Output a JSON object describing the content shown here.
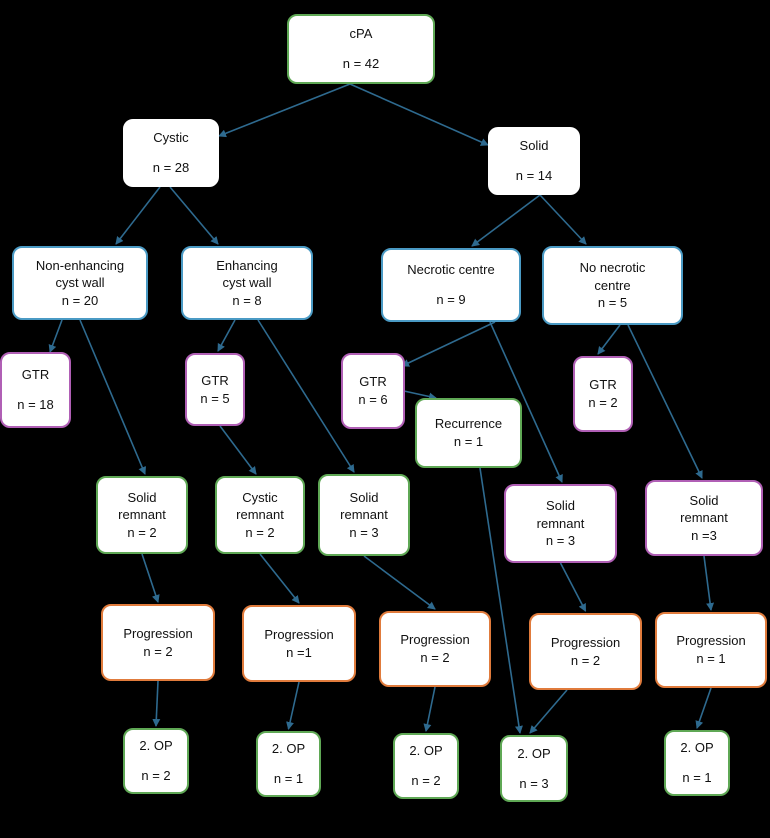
{
  "diagram": {
    "colors": {
      "background": "#000000",
      "edge": "#2e6a8f",
      "green": "#5fa855",
      "blue": "#4a9ac4",
      "purple": "#b05fb5",
      "orange": "#e07b3c"
    },
    "nodes": [
      {
        "id": "root",
        "lines": [
          "cPA",
          "",
          "n = 42"
        ],
        "border": "green"
      },
      {
        "id": "cystic",
        "lines": [
          "Cystic",
          "",
          "n = 28"
        ],
        "border": "plain"
      },
      {
        "id": "solid",
        "lines": [
          "Solid",
          "",
          "n = 14"
        ],
        "border": "plain"
      },
      {
        "id": "nonenh",
        "lines": [
          "Non-enhancing",
          "cyst wall",
          "n = 20"
        ],
        "border": "blue"
      },
      {
        "id": "enh",
        "lines": [
          "Enhancing",
          "cyst wall",
          "n = 8"
        ],
        "border": "blue"
      },
      {
        "id": "necrotic",
        "lines": [
          "Necrotic centre",
          "",
          "n = 9"
        ],
        "border": "blue"
      },
      {
        "id": "nonecrotic",
        "lines": [
          "No necrotic",
          "centre",
          "n = 5"
        ],
        "border": "blue"
      },
      {
        "id": "gtr1",
        "lines": [
          "GTR",
          "",
          "n = 18"
        ],
        "border": "purple"
      },
      {
        "id": "gtr2",
        "lines": [
          "GTR",
          "n = 5"
        ],
        "border": "purple"
      },
      {
        "id": "gtr3",
        "lines": [
          "GTR",
          "n = 6"
        ],
        "border": "purple"
      },
      {
        "id": "gtr4",
        "lines": [
          "GTR",
          "n = 2"
        ],
        "border": "purple"
      },
      {
        "id": "recurrence",
        "lines": [
          "Recurrence",
          "n = 1"
        ],
        "border": "green"
      },
      {
        "id": "rem1",
        "lines": [
          "Solid",
          "remnant",
          "n = 2"
        ],
        "border": "green"
      },
      {
        "id": "rem2",
        "lines": [
          "Cystic",
          "remnant",
          "n = 2"
        ],
        "border": "green"
      },
      {
        "id": "rem3",
        "lines": [
          "Solid",
          "remnant",
          "n = 3"
        ],
        "border": "green"
      },
      {
        "id": "rem4",
        "lines": [
          "Solid",
          "remnant",
          "n = 3"
        ],
        "border": "purple"
      },
      {
        "id": "rem5",
        "lines": [
          "Solid",
          "remnant",
          "n =3"
        ],
        "border": "purple"
      },
      {
        "id": "prog1",
        "lines": [
          "Progression",
          "n = 2"
        ],
        "border": "orange"
      },
      {
        "id": "prog2",
        "lines": [
          "Progression",
          "n =1"
        ],
        "border": "orange"
      },
      {
        "id": "prog3",
        "lines": [
          "Progression",
          "n = 2"
        ],
        "border": "orange"
      },
      {
        "id": "prog4",
        "lines": [
          "Progression",
          "n = 2"
        ],
        "border": "orange"
      },
      {
        "id": "prog5",
        "lines": [
          "Progression",
          "n = 1"
        ],
        "border": "orange"
      },
      {
        "id": "op1",
        "lines": [
          "2. OP",
          "",
          "n = 2"
        ],
        "border": "green"
      },
      {
        "id": "op2",
        "lines": [
          "2. OP",
          "",
          "n = 1"
        ],
        "border": "green"
      },
      {
        "id": "op3",
        "lines": [
          "2. OP",
          "",
          "n = 2"
        ],
        "border": "green"
      },
      {
        "id": "op4",
        "lines": [
          "2. OP",
          "",
          "n = 3"
        ],
        "border": "green"
      },
      {
        "id": "op5",
        "lines": [
          "2. OP",
          "",
          "n = 1"
        ],
        "border": "green"
      }
    ],
    "edges": [
      [
        "root",
        "cystic"
      ],
      [
        "root",
        "solid"
      ],
      [
        "cystic",
        "nonenh"
      ],
      [
        "cystic",
        "enh"
      ],
      [
        "solid",
        "necrotic"
      ],
      [
        "solid",
        "nonecrotic"
      ],
      [
        "nonenh",
        "gtr1"
      ],
      [
        "nonenh",
        "rem1"
      ],
      [
        "enh",
        "gtr2"
      ],
      [
        "enh",
        "rem3"
      ],
      [
        "necrotic",
        "gtr3"
      ],
      [
        "necrotic",
        "rem4"
      ],
      [
        "nonecrotic",
        "gtr4"
      ],
      [
        "nonecrotic",
        "rem5"
      ],
      [
        "gtr2",
        "rem2"
      ],
      [
        "gtr3",
        "recurrence"
      ],
      [
        "rem1",
        "prog1"
      ],
      [
        "rem2",
        "prog2"
      ],
      [
        "rem3",
        "prog3"
      ],
      [
        "rem4",
        "prog4"
      ],
      [
        "rem5",
        "prog5"
      ],
      [
        "prog1",
        "op1"
      ],
      [
        "prog2",
        "op2"
      ],
      [
        "prog3",
        "op3"
      ],
      [
        "prog4",
        "op4"
      ],
      [
        "recurrence",
        "op4"
      ],
      [
        "prog5",
        "op5"
      ]
    ]
  }
}
